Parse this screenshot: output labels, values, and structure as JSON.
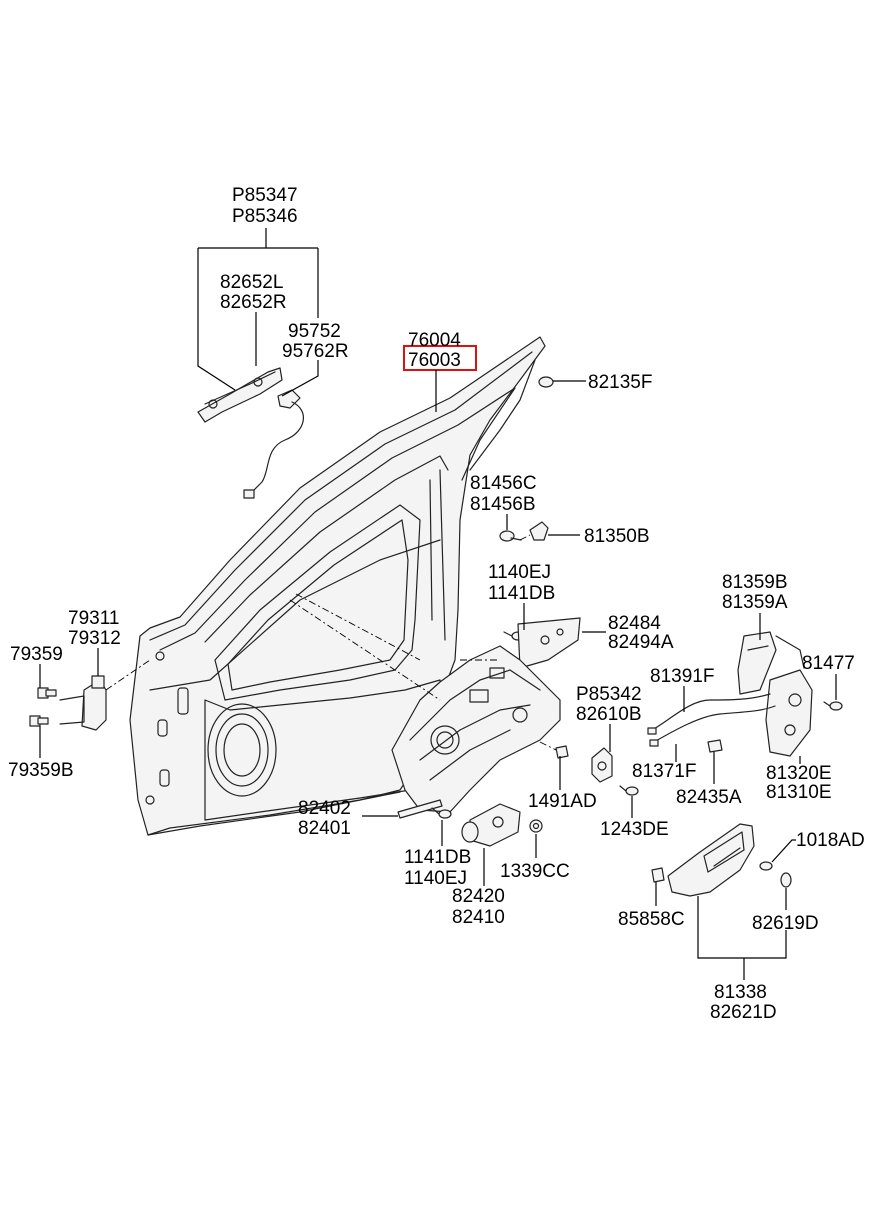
{
  "labels": {
    "p85347": "P85347",
    "p85346": "P85346",
    "l82652l": "82652L",
    "l82652r": "82652R",
    "l95752": "95752",
    "l95762r": "95762R",
    "l76004": "76004",
    "l76003": "76003",
    "l82135f": "82135F",
    "l81456c": "81456C",
    "l81456b": "81456B",
    "l81350b": "81350B",
    "l1140ej_a": "1140EJ",
    "l1141db_a": "1141DB",
    "l82484": "82484",
    "l82494a": "82494A",
    "l81359b": "81359B",
    "l81359a": "81359A",
    "l81391f": "81391F",
    "l81477": "81477",
    "l79311": "79311",
    "l79312": "79312",
    "l79359": "79359",
    "l79359b": "79359B",
    "p85342": "P85342",
    "l82610b": "82610B",
    "l81371f": "81371F",
    "l82435a": "82435A",
    "l81320e": "81320E",
    "l81310e": "81310E",
    "l1491ad": "1491AD",
    "l1243de": "1243DE",
    "l82402": "82402",
    "l82401": "82401",
    "l1141db_b": "1141DB",
    "l1140ej_b": "1140EJ",
    "l1339cc": "1339CC",
    "l82420": "82420",
    "l82410": "82410",
    "l1018ad": "1018AD",
    "l85858c": "85858C",
    "l82619d": "82619D",
    "l81338": "81338",
    "l82621d": "82621D"
  },
  "highlight": {
    "part_number": "76003",
    "color": "#e01010"
  }
}
